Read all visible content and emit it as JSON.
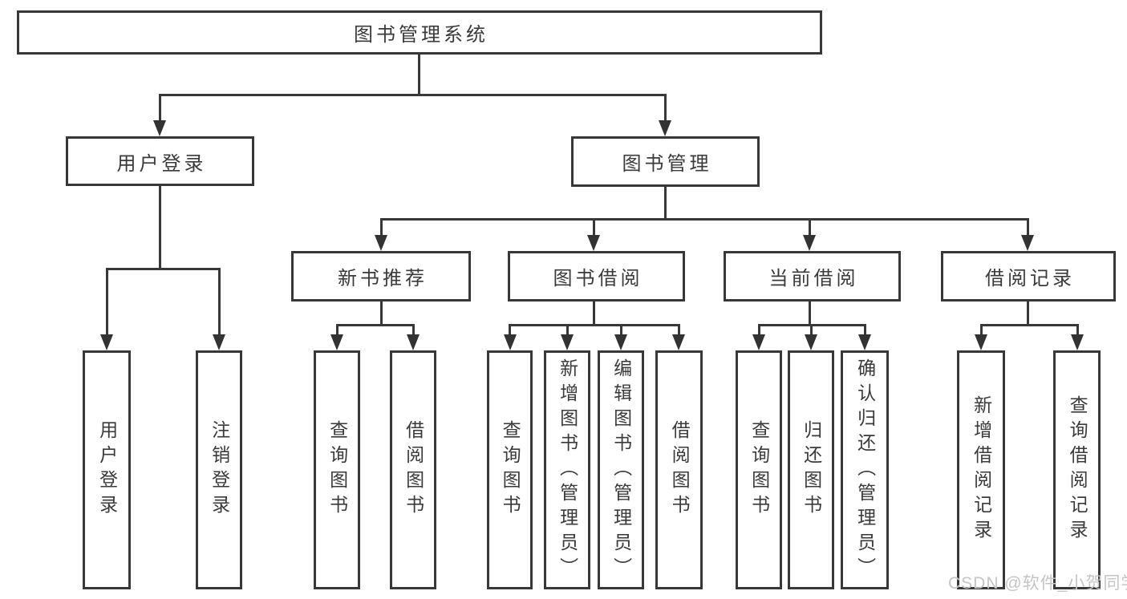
{
  "root": {
    "label": "图书管理系统"
  },
  "level2": [
    {
      "label": "用户登录",
      "children": [
        "用户登录",
        "注销登录"
      ]
    },
    {
      "label": "图书管理"
    }
  ],
  "level3": [
    {
      "label": "新书推荐",
      "children": [
        "查询图书",
        "借阅图书"
      ]
    },
    {
      "label": "图书借阅",
      "children": [
        "查询图书",
        "新增图书（管理员）",
        "编辑图书（管理员）",
        "借阅图书"
      ]
    },
    {
      "label": "当前借阅",
      "children": [
        "查询图书",
        "归还图书",
        "确认归还（管理员）"
      ]
    },
    {
      "label": "借阅记录",
      "children": [
        "新增借阅记录",
        "查询借阅记录"
      ]
    }
  ],
  "watermark": "CSDN @软件_小贺同学",
  "colors": {
    "line": "#383838",
    "text": "#3a3a3a",
    "watermark": "#c5c5c5",
    "background": "#ffffff"
  }
}
